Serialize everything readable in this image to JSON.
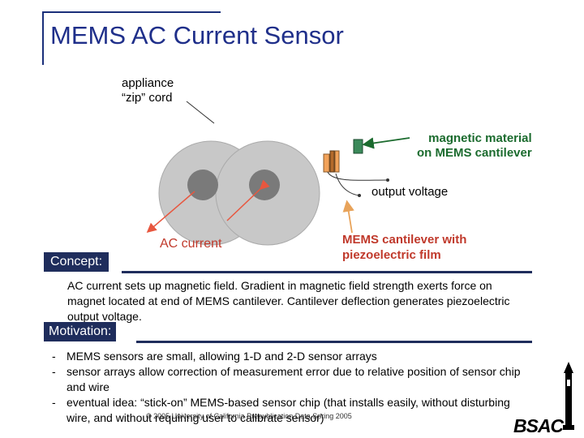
{
  "title": "MEMS AC Current Sensor",
  "diagram": {
    "cord_label_line1": "appliance",
    "cord_label_line2": "“zip” cord",
    "magnet_label_line1": "magnetic material",
    "magnet_label_line2": "on MEMS cantilever",
    "output_label": "output voltage",
    "ac_label": "AC current",
    "cantilever_label_line1": "MEMS cantilever with",
    "cantilever_label_line2": "piezoelectric film"
  },
  "concept": {
    "heading": "Concept:",
    "text": "AC current sets up magnetic field.  Gradient in magnetic field strength exerts force on magnet located at end of MEMS cantilever.  Cantilever deflection generates piezoelectric output voltage."
  },
  "motivation": {
    "heading": "Motivation:",
    "bullets": [
      "MEMS sensors are small, allowing 1-D and 2-D sensor arrays",
      "sensor arrays allow correction of measurement error due to relative position of sensor chip and wire",
      "eventual idea: “stick-on” MEMS-based sensor chip (that installs easily, without disturbing wire, and without requiring user to calibrate sensor)"
    ]
  },
  "footer": "© 2005 University of California    Prepublication Data Spring 2005",
  "logo": "BSAC",
  "colors": {
    "title": "#1f2f8a",
    "tag_bg": "#1f2d5c",
    "green": "#1b6b2e",
    "red": "#c0392b"
  }
}
